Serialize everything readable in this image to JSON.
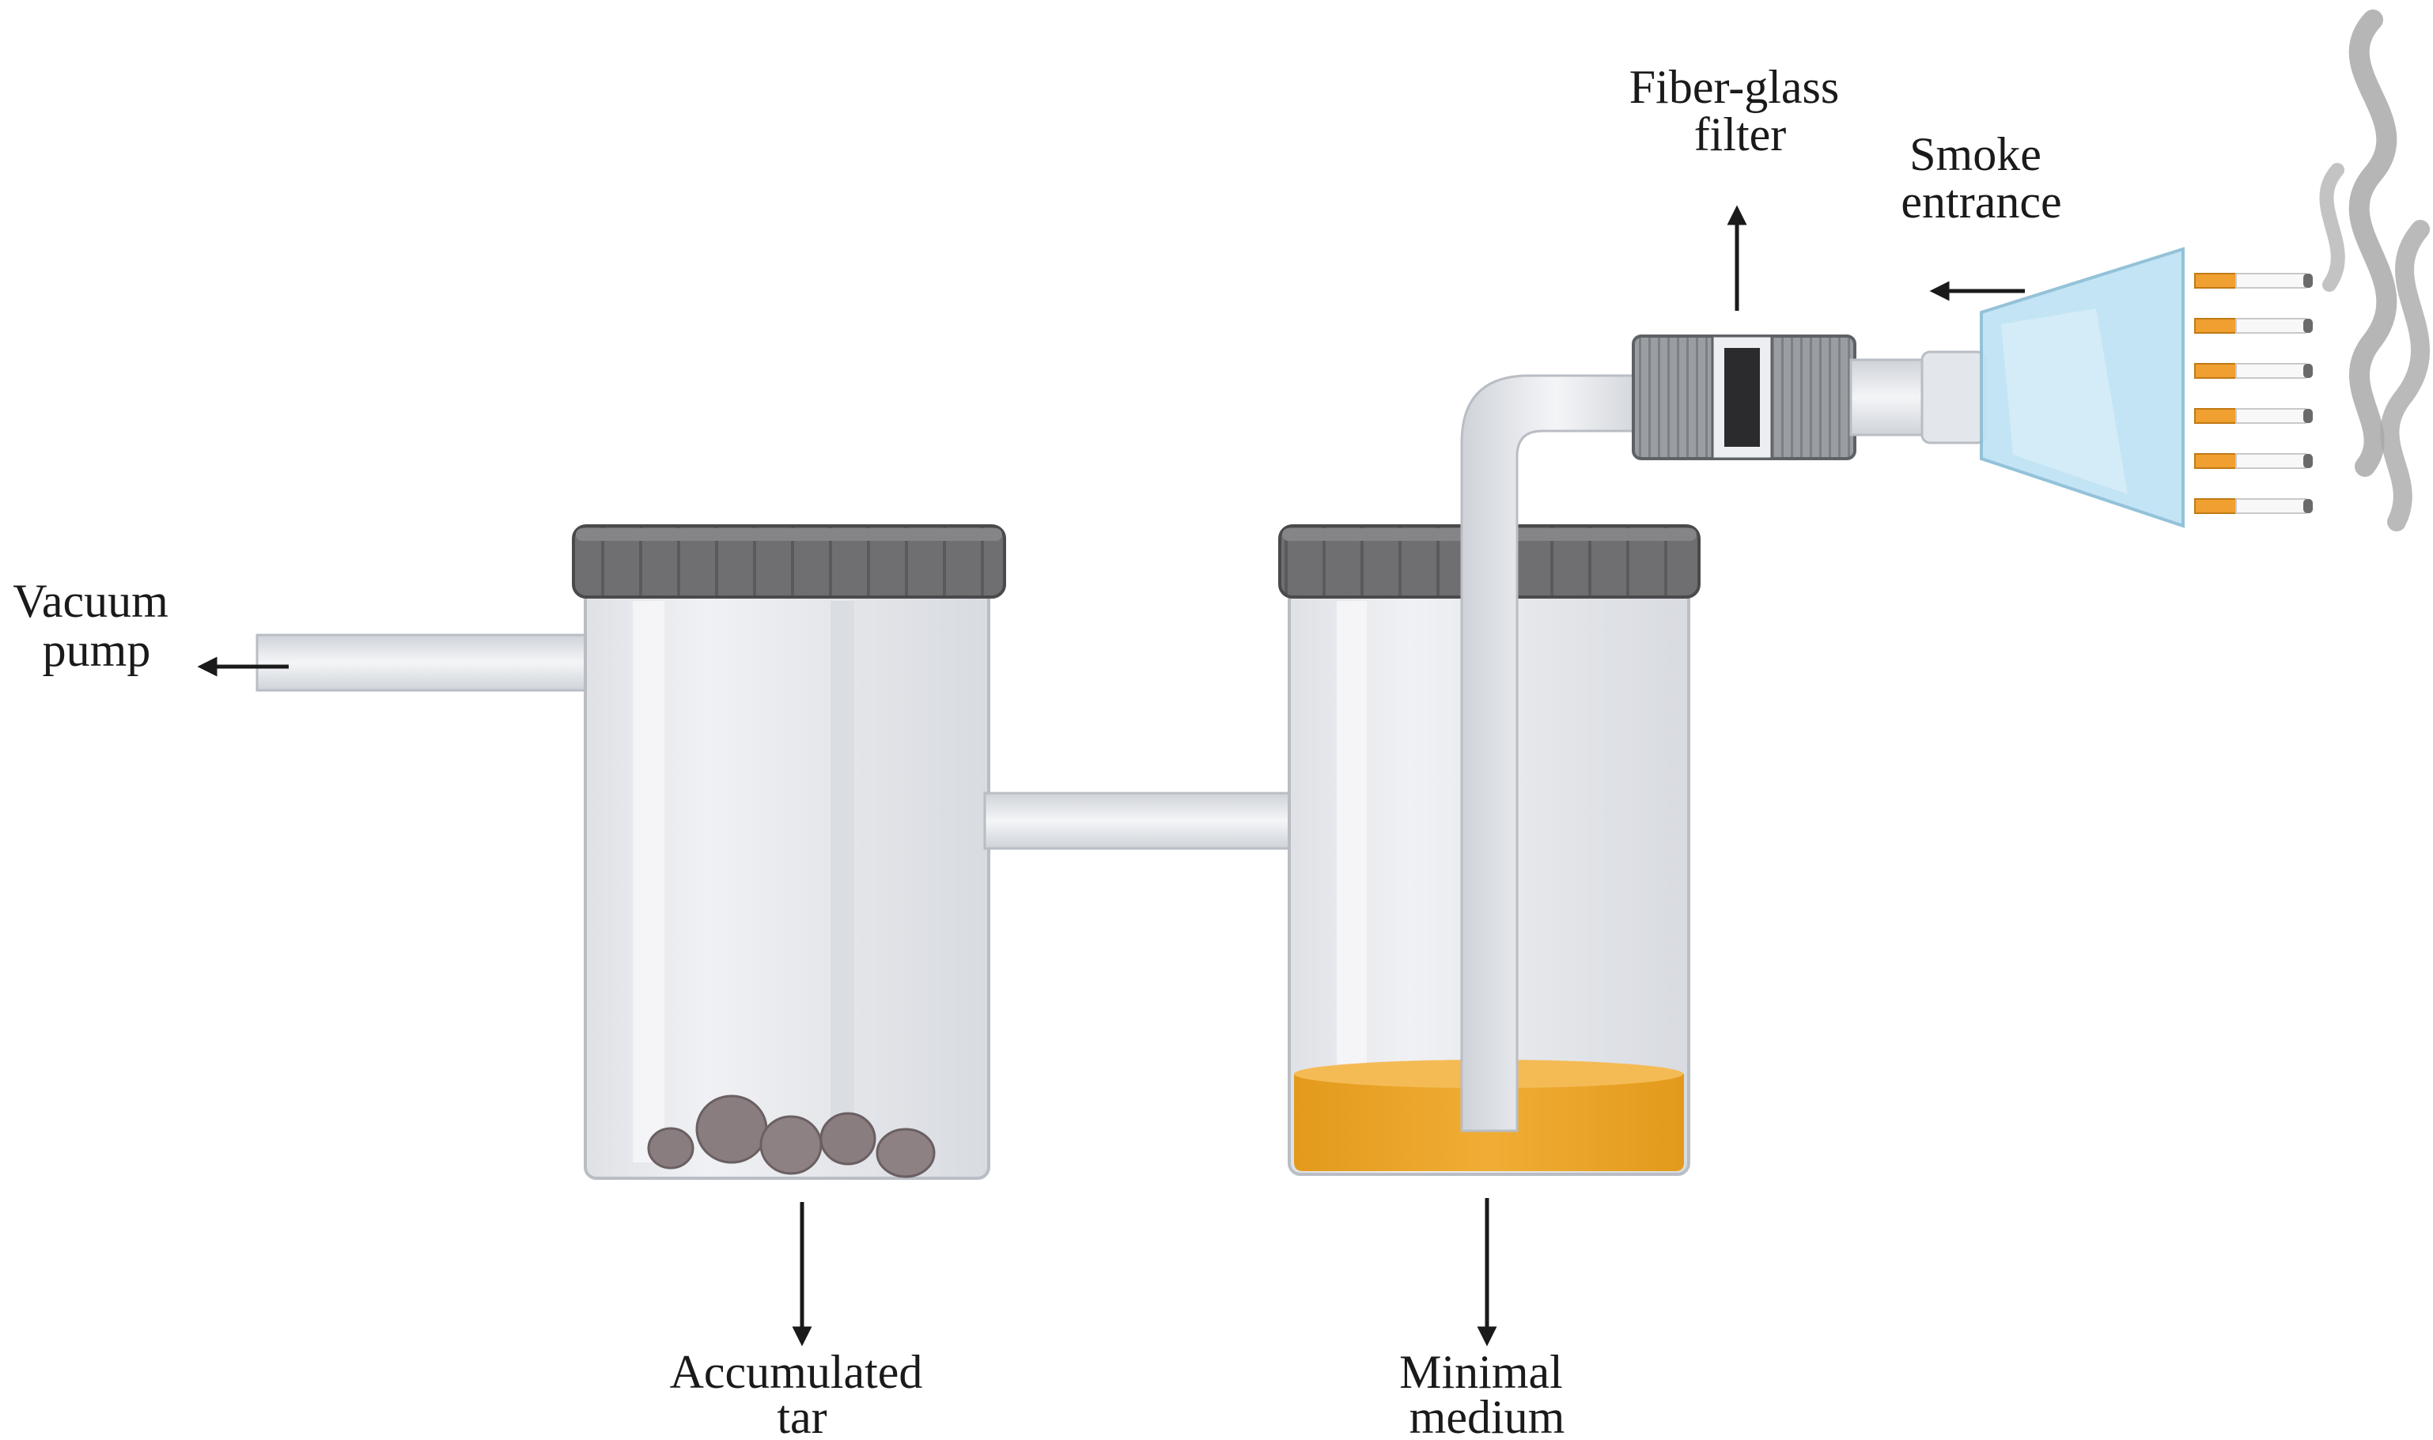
{
  "labels": {
    "vacuum_pump": [
      "Vacuum",
      "pump"
    ],
    "accumulated_tar": [
      "Accumulated",
      "tar"
    ],
    "minimal_medium": [
      "Minimal",
      "medium"
    ],
    "fiber_glass_filter": [
      "Fiber-glass",
      "filter"
    ],
    "smoke_entrance": [
      "Smoke",
      "entrance"
    ]
  },
  "colors": {
    "glass": "#e6e8ec",
    "glass_edge": "#b9bdc4",
    "cap": "#6f6f71",
    "cap_dark": "#4a4a4c",
    "medium": "#e8a024",
    "tar": "#8a7d7f",
    "filter_body": "#8e9196",
    "cigarette_tip": "#f0a030",
    "funnel": "#bfe3f4",
    "smoke": "#a9a9a9",
    "arrow": "#1a1a1a"
  },
  "cigarette_count": 6
}
